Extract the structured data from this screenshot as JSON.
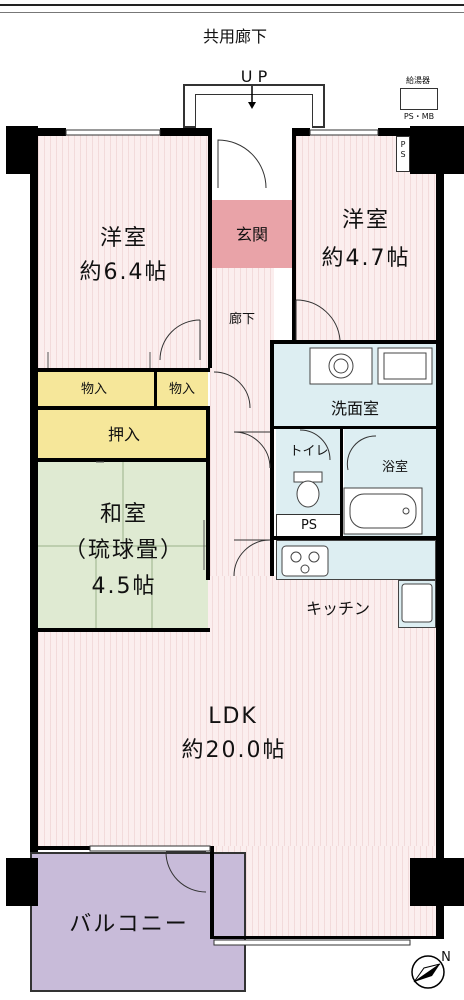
{
  "corridor": {
    "label": "共用廊下"
  },
  "stairs": {
    "label": "U P"
  },
  "water_heater": {
    "label": "給湯器",
    "meter_label": "PS・MB"
  },
  "ps_top": {
    "label": "P\nS"
  },
  "rooms": {
    "western_left": {
      "name": "洋室",
      "size": "約6.4帖"
    },
    "western_right": {
      "name": "洋室",
      "size": "約4.7帖"
    },
    "entrance": {
      "name": "玄関"
    },
    "hallway": {
      "name": "廊下"
    },
    "storage_1": {
      "name": "物入"
    },
    "storage_2": {
      "name": "物入"
    },
    "closet": {
      "name": "押入"
    },
    "washroom": {
      "name": "洗面室"
    },
    "toilet": {
      "name": "トイレ"
    },
    "bath": {
      "name": "浴室"
    },
    "ps_bottom": {
      "name": "PS"
    },
    "japanese": {
      "name": "和室",
      "sub": "（琉球畳）",
      "size": "4.5帖"
    },
    "kitchen": {
      "name": "キッチン"
    },
    "ldk": {
      "name": "LDK",
      "size": "約20.0帖"
    },
    "balcony": {
      "name": "バルコニー"
    }
  },
  "compass": {
    "label": "N"
  },
  "colors": {
    "floor_pink": "#fbeeee",
    "entrance_red": "#e9a3a8",
    "wet_blue": "#ddeef2",
    "storage_yellow": "#f6e79a",
    "tatami_green": "#dfead2",
    "balcony_purple": "#c8bbd9",
    "wall": "#000000"
  }
}
